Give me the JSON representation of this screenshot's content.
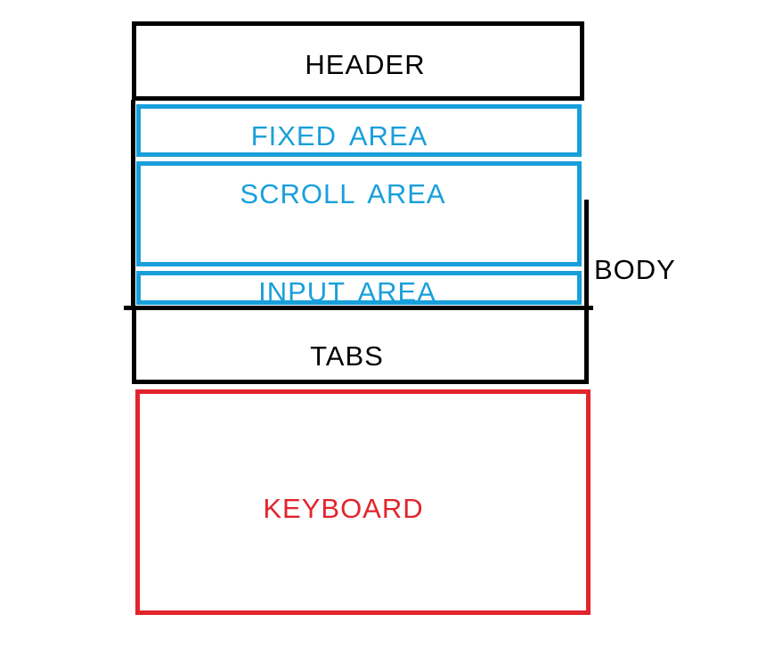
{
  "diagram": {
    "header": {
      "label": "HEADER"
    },
    "body": {
      "label": "BODY",
      "fixed_area": {
        "label": "FIXED AREA"
      },
      "scroll_area": {
        "label": "SCROLL AREA"
      },
      "input_area": {
        "label": "INPUT AREA"
      }
    },
    "tabs": {
      "label": "TABS"
    },
    "keyboard": {
      "label": "KEYBOARD"
    },
    "colors": {
      "outline": "#000000",
      "area_accent": "#189FDB",
      "keyboard_accent": "#E2242C",
      "background": "#FFFFFF"
    }
  }
}
